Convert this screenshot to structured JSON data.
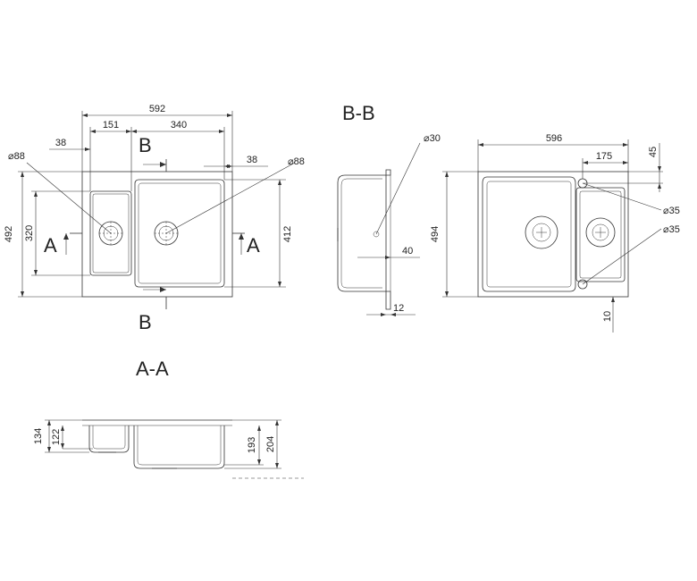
{
  "labels": {
    "section_aa": "A-A",
    "section_bb": "B-B",
    "cut_b": "B",
    "cut_a": "A"
  },
  "dims": {
    "overall_width": "592",
    "small_bowl_width": "151",
    "large_bowl_width": "340",
    "left_offset": "38",
    "right_offset": "38",
    "drain_left": "88",
    "drain_right": "88",
    "overall_height": "492",
    "small_bowl_height": "320",
    "large_bowl_height": "412",
    "hole_top": "30",
    "rim_40": "40",
    "rim_12": "12",
    "side_width": "596",
    "side_175": "175",
    "side_45": "45",
    "side_height": "494",
    "hole_35_a": "35",
    "hole_35_b": "35",
    "side_10": "10",
    "depth_134": "134",
    "depth_122": "122",
    "depth_193": "193",
    "depth_204": "204"
  },
  "symbols": {
    "diameter": "⌀"
  }
}
